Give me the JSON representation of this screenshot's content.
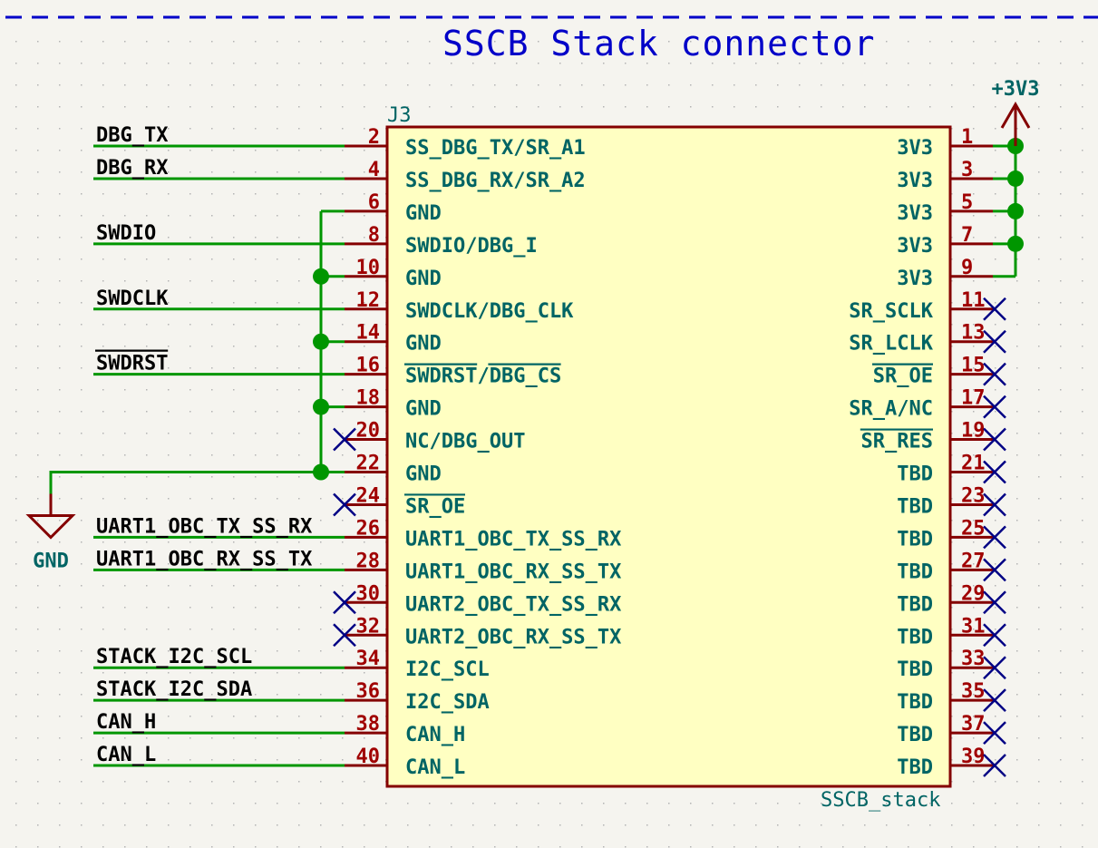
{
  "colors": {
    "background": "#f5f4ef",
    "grid_dot": "#b4b4b4",
    "title": "#0000c8",
    "sheet_border_dash": "#0000c8",
    "component_body_fill": "#ffffc2",
    "component_outline": "#840000",
    "pin_line": "#840000",
    "pin_number": "#a00000",
    "pin_name": "#006464",
    "wire": "#009600",
    "junction": "#009600",
    "no_connect": "#000084",
    "net_label": "#000000",
    "power_symbol": "#840000",
    "power_text": "#006464"
  },
  "sheet": {
    "title": "SSCB Stack connector"
  },
  "component": {
    "reference": "J3",
    "value": "SSCB_stack",
    "left_pins": [
      {
        "number": "2",
        "name": "SS_DBG_TX/SR_A1",
        "net": "DBG_TX",
        "connection": "label"
      },
      {
        "number": "4",
        "name": "SS_DBG_RX/SR_A2",
        "net": "DBG_RX",
        "connection": "label"
      },
      {
        "number": "6",
        "name": "GND",
        "net": "GND",
        "connection": "gnd-bus"
      },
      {
        "number": "8",
        "name": "SWDIO/DBG_I",
        "net": "SWDIO",
        "connection": "label"
      },
      {
        "number": "10",
        "name": "GND",
        "net": "GND",
        "connection": "gnd-bus"
      },
      {
        "number": "12",
        "name": "SWDCLK/DBG_CLK",
        "net": "SWDCLK",
        "connection": "label"
      },
      {
        "number": "14",
        "name": "GND",
        "net": "GND",
        "connection": "gnd-bus"
      },
      {
        "number": "16",
        "name": "SWDRST/DBG_CS",
        "net": "SWDRST",
        "connection": "label",
        "name_overline": [
          "SWDRST",
          "DBG_CS"
        ],
        "net_overline": true
      },
      {
        "number": "18",
        "name": "GND",
        "net": "GND",
        "connection": "gnd-bus"
      },
      {
        "number": "20",
        "name": "NC/DBG_OUT",
        "net": "",
        "connection": "nc"
      },
      {
        "number": "22",
        "name": "GND",
        "net": "GND",
        "connection": "gnd-bus"
      },
      {
        "number": "24",
        "name": "SR_OE",
        "net": "",
        "connection": "nc",
        "name_overline": [
          "SR_OE"
        ]
      },
      {
        "number": "26",
        "name": "UART1_OBC_TX_SS_RX",
        "net": "UART1_OBC_TX_SS_RX",
        "connection": "label"
      },
      {
        "number": "28",
        "name": "UART1_OBC_RX_SS_TX",
        "net": "UART1_OBC_RX_SS_TX",
        "connection": "label"
      },
      {
        "number": "30",
        "name": "UART2_OBC_TX_SS_RX",
        "net": "",
        "connection": "nc"
      },
      {
        "number": "32",
        "name": "UART2_OBC_RX_SS_TX",
        "net": "",
        "connection": "nc"
      },
      {
        "number": "34",
        "name": "I2C_SCL",
        "net": "STACK_I2C_SCL",
        "connection": "label"
      },
      {
        "number": "36",
        "name": "I2C_SDA",
        "net": "STACK_I2C_SDA",
        "connection": "label"
      },
      {
        "number": "38",
        "name": "CAN_H",
        "net": "CAN_H",
        "connection": "label"
      },
      {
        "number": "40",
        "name": "CAN_L",
        "net": "CAN_L",
        "connection": "label"
      }
    ],
    "right_pins": [
      {
        "number": "1",
        "name": "3V3",
        "connection": "power"
      },
      {
        "number": "3",
        "name": "3V3",
        "connection": "power"
      },
      {
        "number": "5",
        "name": "3V3",
        "connection": "power"
      },
      {
        "number": "7",
        "name": "3V3",
        "connection": "power"
      },
      {
        "number": "9",
        "name": "3V3",
        "connection": "power"
      },
      {
        "number": "11",
        "name": "SR_SCLK",
        "connection": "nc"
      },
      {
        "number": "13",
        "name": "SR_LCLK",
        "connection": "nc"
      },
      {
        "number": "15",
        "name": "SR_OE",
        "connection": "nc",
        "name_overline": [
          "SR_OE"
        ]
      },
      {
        "number": "17",
        "name": "SR_A/NC",
        "connection": "nc"
      },
      {
        "number": "19",
        "name": "SR_RES",
        "connection": "nc",
        "name_overline": [
          "SR_RES"
        ]
      },
      {
        "number": "21",
        "name": "TBD",
        "connection": "nc"
      },
      {
        "number": "23",
        "name": "TBD",
        "connection": "nc"
      },
      {
        "number": "25",
        "name": "TBD",
        "connection": "nc"
      },
      {
        "number": "27",
        "name": "TBD",
        "connection": "nc"
      },
      {
        "number": "29",
        "name": "TBD",
        "connection": "nc"
      },
      {
        "number": "31",
        "name": "TBD",
        "connection": "nc"
      },
      {
        "number": "33",
        "name": "TBD",
        "connection": "nc"
      },
      {
        "number": "35",
        "name": "TBD",
        "connection": "nc"
      },
      {
        "number": "37",
        "name": "TBD",
        "connection": "nc"
      },
      {
        "number": "39",
        "name": "TBD",
        "connection": "nc"
      }
    ]
  },
  "power_symbols": {
    "vcc": {
      "label": "+3V3",
      "icon": "power-arrow-up-icon"
    },
    "ground": {
      "label": "GND",
      "icon": "ground-triangle-icon"
    }
  }
}
